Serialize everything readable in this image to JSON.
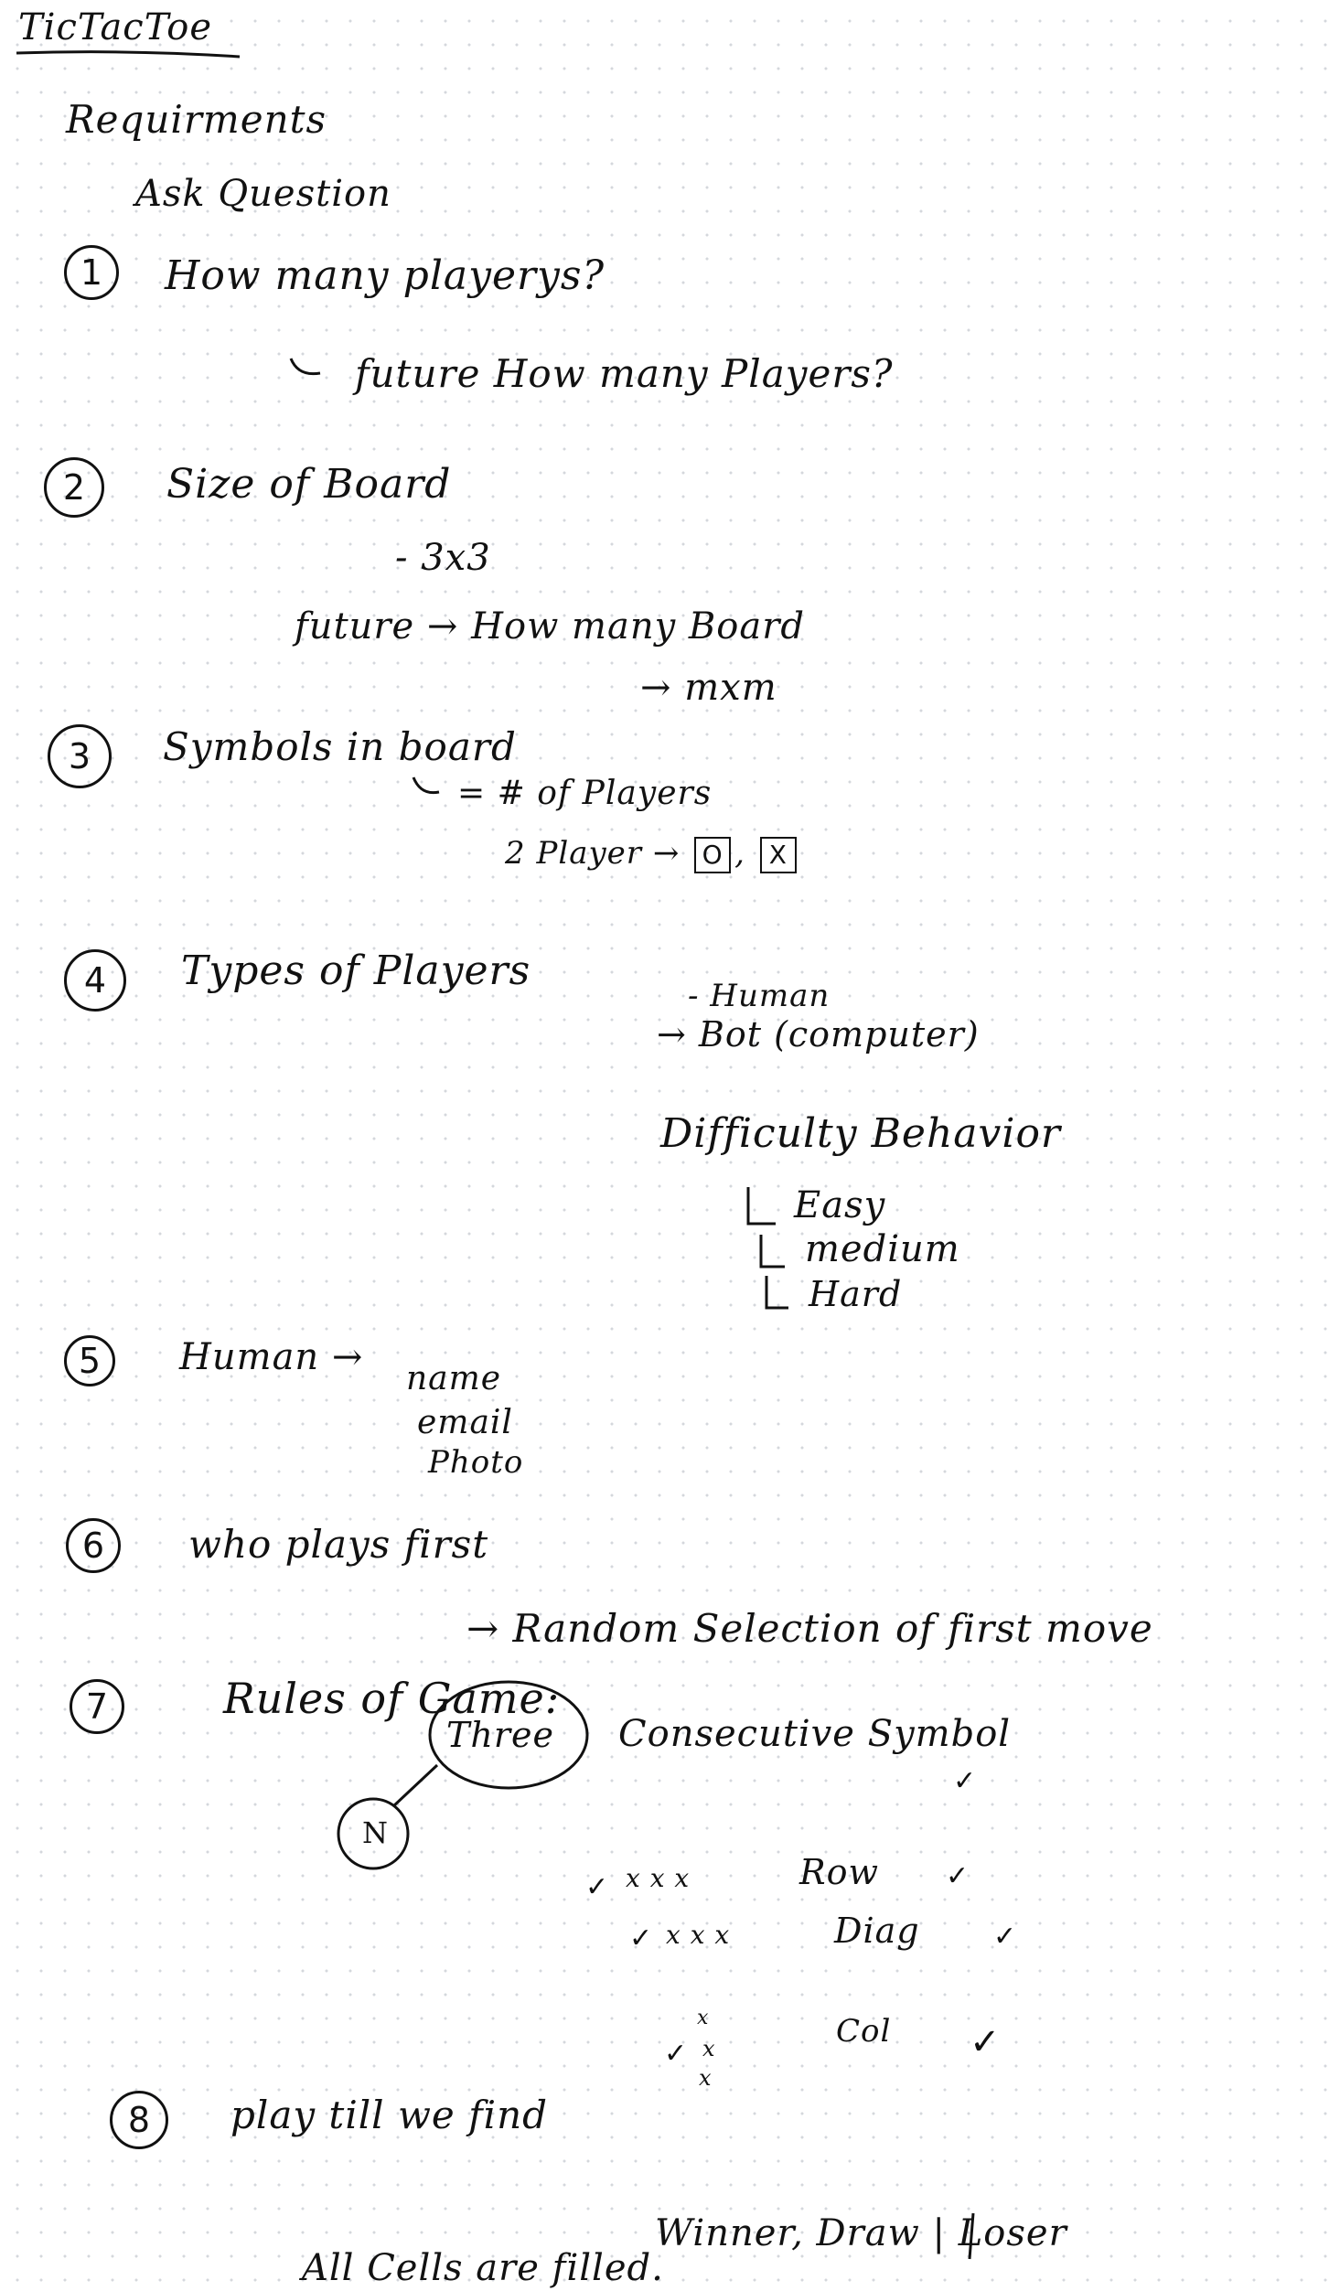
{
  "title": "TicTacToe",
  "requirements_heading": "Requirments",
  "ask_question": "Ask Question",
  "q1": {
    "num": "1",
    "text": "How many playerys?",
    "sub": "future How many Players?"
  },
  "q2": {
    "num": "2",
    "text": "Size of Board",
    "sub1": "- 3x3",
    "sub2": "future → How many Board",
    "sub3": "→ mxm"
  },
  "q3": {
    "num": "3",
    "text": "Symbols in board",
    "sub1": "= # of Players",
    "sub2_prefix": "2 Player →",
    "sym1": "O",
    "sym2": "X"
  },
  "q4": {
    "num": "4",
    "text": "Types of Players",
    "human": "- Human",
    "bot": "→ Bot (computer)",
    "difficulty": "Difficulty Behavior",
    "levels": [
      "Easy",
      "medium",
      "Hard"
    ]
  },
  "q5": {
    "num": "5",
    "text": "Human →",
    "fields": [
      "name",
      "email",
      "Photo"
    ]
  },
  "q6": {
    "num": "6",
    "text": "who plays first",
    "sub": "→ Random Selection of first move"
  },
  "q7": {
    "num": "7",
    "text": "Rules of Game:",
    "three": "Three",
    "consecutive": "Consecutive Symbol",
    "n": "N",
    "rows": [
      {
        "pattern": "x x x",
        "label": "Row"
      },
      {
        "pattern": "x x x",
        "label": "Diag"
      },
      {
        "pattern": "x",
        "label": "Col"
      }
    ]
  },
  "q8": {
    "num": "8",
    "text": "play till we find",
    "sub1": "Winner, Draw | Loser",
    "sub2": "All Cells are filled."
  }
}
